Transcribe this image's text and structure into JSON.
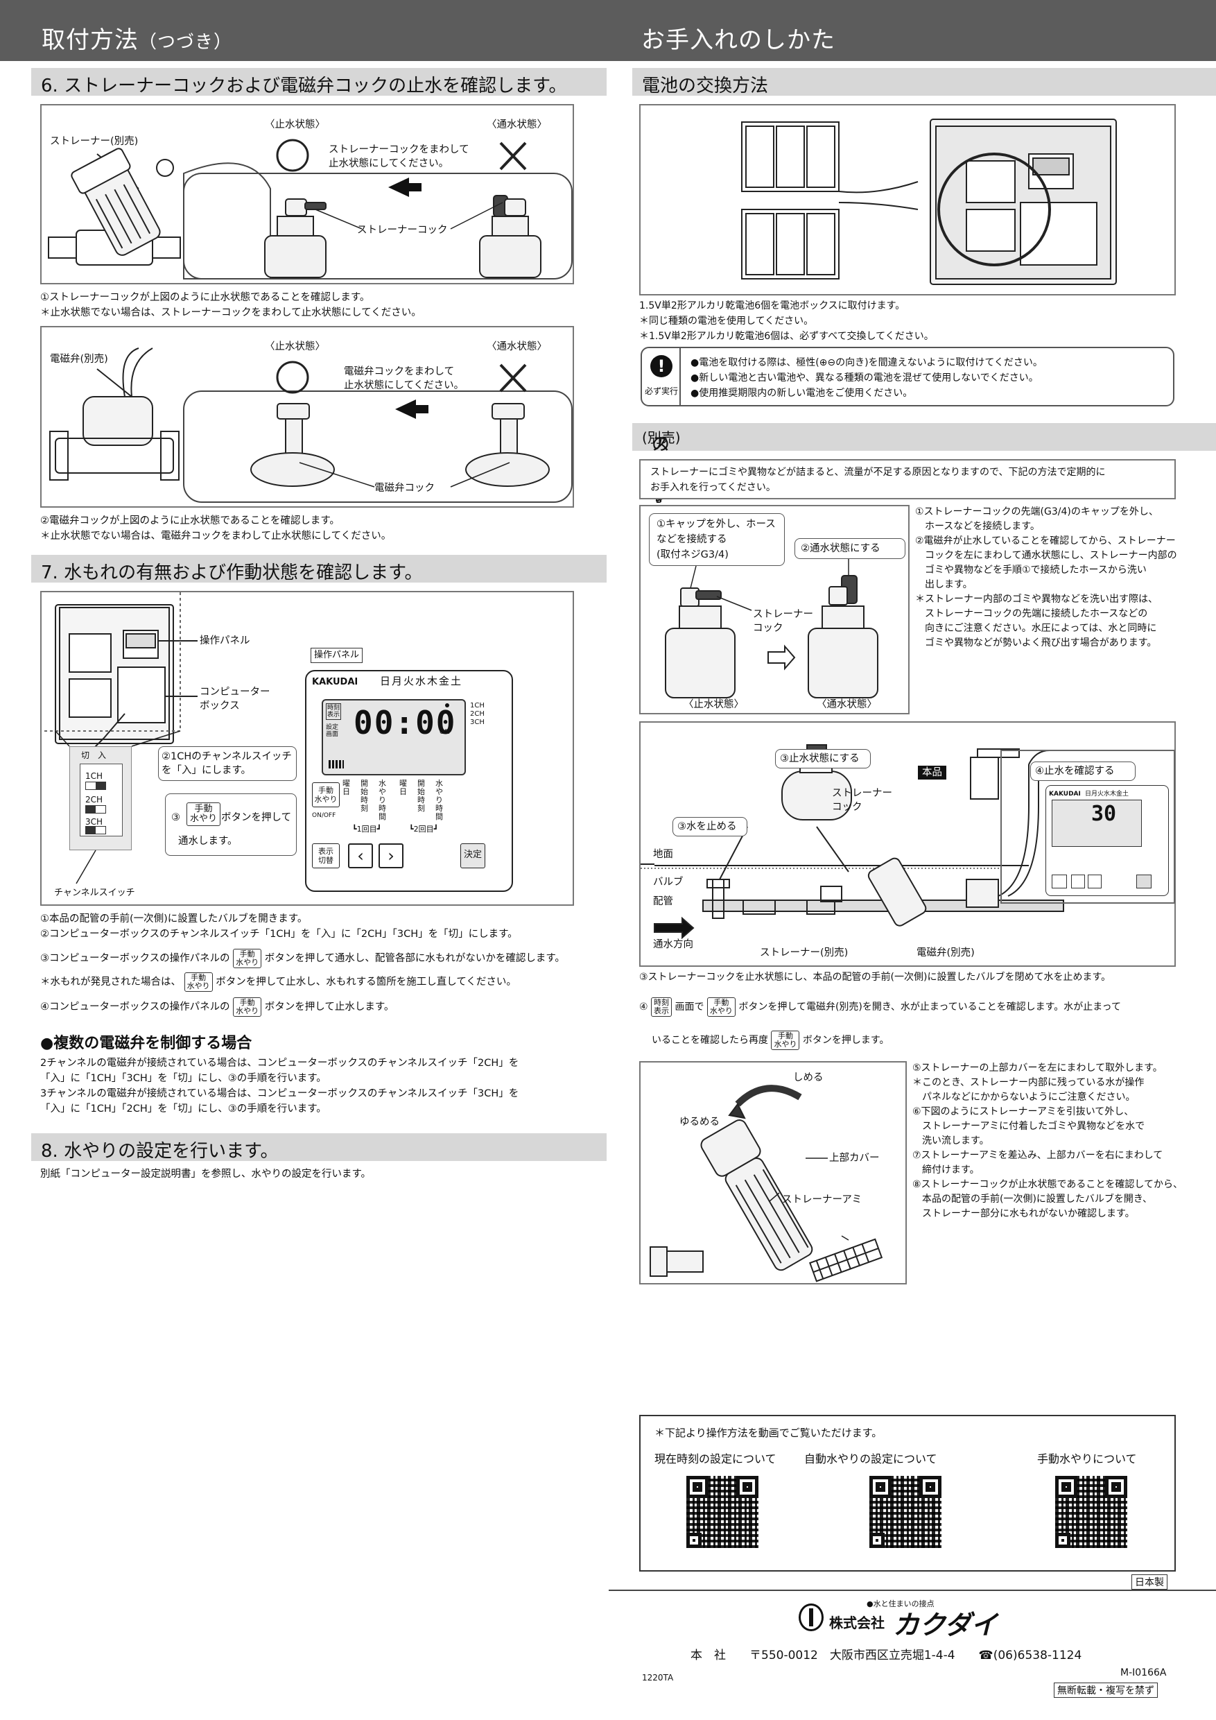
{
  "header": {
    "left_title": "取付方法",
    "left_title_sub": "（つづき）",
    "right_title": "お手入れのしかた"
  },
  "sec6": {
    "title": "6. ストレーナーコックおよび電磁弁コックの止水を確認します。",
    "fig1": {
      "strainer_label": "ストレーナー(別売)",
      "closed_label": "〈止水状態〉",
      "open_label": "〈通水状態〉",
      "instruction": "ストレーナーコックをまわして\n止水状態にしてください。",
      "cock_label": "ストレーナーコック"
    },
    "note1_line1": "①ストレーナーコックが上図のように止水状態であることを確認します。",
    "note1_line2": "＊止水状態でない場合は、ストレーナーコックをまわして止水状態にしてください。",
    "fig2": {
      "valve_label": "電磁弁(別売)",
      "closed_label": "〈止水状態〉",
      "open_label": "〈通水状態〉",
      "instruction": "電磁弁コックをまわして\n止水状態にしてください。",
      "cock_label": "電磁弁コック"
    },
    "note2_line1": "②電磁弁コックが上図のように止水状態であることを確認します。",
    "note2_line2": "＊止水状態でない場合は、電磁弁コックをまわして止水状態にしてください。"
  },
  "sec7": {
    "title": "7. 水もれの有無および作動状態を確認します。",
    "panel_label": "操作パネル",
    "computer_box_label": "コンピューター\nボックス",
    "panel_tag": "操作パネル",
    "brand": "KAKUDAI",
    "days": "日月火水木金土",
    "display_time": "00:00",
    "off_text": "OFF",
    "ch_labels": [
      "1CH",
      "2CH",
      "3CH"
    ],
    "btn_time_display": "時刻\n表示",
    "btn_setting": "設定\n画面",
    "col_labels": [
      "曜日",
      "開始時刻",
      "水やり時間",
      "曜日",
      "開始時刻",
      "水やり時間"
    ],
    "first_label": "1回目",
    "second_label": "2回目",
    "btn_manual": "手動\n水やり",
    "onoff": "ON/OFF",
    "btn_display_switch": "表示\n切替",
    "btn_decide": "決定",
    "switch_header_off": "切",
    "switch_header_on": "入",
    "switch_ch": [
      "1CH",
      "2CH",
      "3CH"
    ],
    "callout2": "②1CHのチャンネルスイッチ\nを「入」にします。",
    "callout3_prefix": "③",
    "callout3_text": "ボタンを押して",
    "callout3_text2": "通水します。",
    "channel_switch_label": "チャンネルスイッチ",
    "step1": "①本品の配管の手前(一次側)に設置したバルブを開きます。",
    "step2": "②コンピューターボックスのチャンネルスイッチ「1CH」を「入」に「2CH」「3CH」を「切」にします。",
    "step3_a": "③コンピューターボックスの操作パネルの",
    "step3_b": "ボタンを押して通水し、配管各部に水もれがないかを確認します。",
    "step3_note_a": "＊水もれが発見された場合は、",
    "step3_note_b": "ボタンを押して止水し、水もれする箇所を施工し直してください。",
    "step4_a": "④コンピューターボックスの操作パネルの",
    "step4_b": "ボタンを押して止水します。",
    "multi_title": "●複数の電磁弁を制御する場合",
    "multi_lines": [
      "2チャンネルの電磁弁が接続されている場合は、コンピューターボックスのチャンネルスイッチ「2CH」を",
      "「入」に「1CH」「3CH」を「切」にし、③の手順を行います。",
      "3チャンネルの電磁弁が接続されている場合は、コンピューターボックスのチャンネルスイッチ「3CH」を",
      "「入」に「1CH」「2CH」を「切」にし、③の手順を行います。"
    ]
  },
  "sec8": {
    "title": "8. 水やりの設定を行います。",
    "text": "別紙「コンピューター設定説明書」を参照し、水やりの設定を行います。"
  },
  "battery": {
    "title": "電池の交換方法",
    "lines": [
      "1.5V単2形アルカリ乾電池6個を電池ボックスに取付けます。",
      "＊同じ種類の電池を使用してください。",
      "＊1.5V単2形アルカリ乾電池6個は、必ずすべて交換してください。"
    ],
    "must": "必ず実行",
    "warnings": [
      "●電池を取付ける際は、極性(⊕⊖の向き)を間違えないように取付けてください。",
      "●新しい電池と古い電池や、異なる種類の電池を混ぜて使用しないでください。",
      "●使用推奨期限内の新しい電池をご使用ください。"
    ]
  },
  "strainer": {
    "title": "ストレーナー",
    "title_sub": "(別売)",
    "title_tail": "のお手入れ",
    "intro": [
      "ストレーナーにゴミや異物などが詰まると、流量が不足する原因となりますので、下記の方法で定期的に",
      "お手入れを行ってください。"
    ],
    "fig_a": {
      "callout1": "①キャップを外し、ホース\nなどを接続する\n(取付ネジG3/4)",
      "callout2": "②通水状態にする",
      "cock": "ストレーナー\nコック",
      "closed": "〈止水状態〉",
      "open": "〈通水状態〉"
    },
    "steps_a": [
      "①ストレーナーコックの先端(G3/4)のキャップを外し、",
      "　ホースなどを接続します。",
      "②電磁弁が止水していることを確認してから、ストレーナー",
      "　コックを左にまわして通水状態にし、ストレーナー内部の",
      "　ゴミや異物などを手順①で接続したホースから洗い",
      "　出します。",
      "＊ストレーナー内部のゴミや異物などを洗い出す際は、",
      "　ストレーナーコックの先端に接続したホースなどの",
      "　向きにご注意ください。水圧によっては、水と同時に",
      "　ゴミや異物などが勢いよく飛び出す場合があります。"
    ],
    "fig_b": {
      "c3": "③止水状態にする",
      "cock": "ストレーナー\nコック",
      "c3b": "③水を止める",
      "honpin": "本品",
      "c4": "④止水を確認する",
      "ground": "地面",
      "valve": "バルブ",
      "pipe": "配管",
      "flow": "通水方向",
      "strainer": "ストレーナー(別売)",
      "solenoid": "電磁弁(別売)",
      "mini_brand": "KAKUDAI",
      "mini_days": "日月火水木金土",
      "mini_value": "30"
    },
    "step3": "③ストレーナーコックを止水状態にし、本品の配管の手前(一次側)に設置したバルブを閉めて水を止めます。",
    "step4_a": "④",
    "step4_b": "画面で",
    "step4_c": "ボタンを押して電磁弁(別売)を開き、水が止まっていることを確認します。水が止まって",
    "step4_d": "いることを確認したら再度",
    "step4_e": "ボタンを押します。",
    "fig_c": {
      "tighten": "しめる",
      "loosen": "ゆるめる",
      "cover": "上部カバー",
      "mesh": "ストレーナーアミ"
    },
    "steps_c": [
      "⑤ストレーナーの上部カバーを左にまわして取外します。",
      "＊このとき、ストレーナー内部に残っている水が操作",
      "　パネルなどにかからないようにご注意ください。",
      "⑥下図のようにストレーナーアミを引抜いて外し、",
      "　ストレーナーアミに付着したゴミや異物などを水で",
      "　洗い流します。",
      "⑦ストレーナーアミを差込み、上部カバーを右にまわして",
      "　締付けます。",
      "⑧ストレーナーコックが止水状態であることを確認してから、",
      "　本品の配管の手前(一次側)に設置したバルブを開き、",
      "　ストレーナー部分に水もれがないか確認します。"
    ]
  },
  "video": {
    "note": "＊下記より操作方法を動画でご覧いただけます。",
    "items": [
      "現在時刻の設定について",
      "自動水やりの設定について",
      "手動水やりについて"
    ]
  },
  "footer": {
    "made_in": "日本製",
    "tagline": "●水と住まいの接点",
    "company": "株式会社",
    "brand": "カクダイ",
    "address": "本　社　　〒550-0012　大阪市西区立売堀1-4-4　　☎(06)6538-1124",
    "code": "M-I0166A",
    "lot": "1220TA",
    "copyright": "無断転載・複写を禁ず"
  },
  "colors": {
    "header_bg": "#5c5c5c",
    "section_bg": "#d7d7d7",
    "lcd_bg": "#e6e6e6"
  }
}
